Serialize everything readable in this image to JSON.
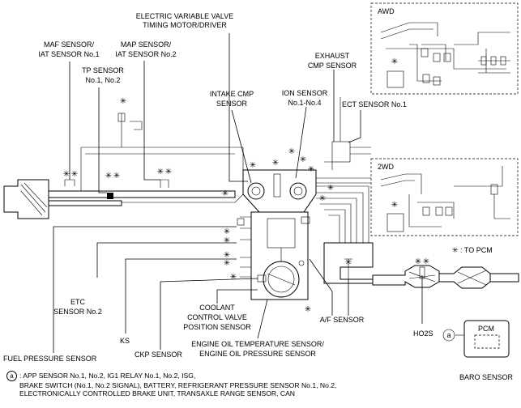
{
  "labels": {
    "evvt": [
      "ELECTRIC VARIABLE VALVE",
      "TIMING MOTOR/DRIVER"
    ],
    "maf": [
      "MAF SENSOR/",
      "IAT SENSOR No.1"
    ],
    "map": [
      "MAP SENSOR/",
      "IAT SENSOR No.2"
    ],
    "tp": [
      "TP SENSOR",
      "No.1, No.2"
    ],
    "exhaust_cmp": [
      "EXHAUST",
      "CMP SENSOR"
    ],
    "intake_cmp": [
      "INTAKE CMP",
      "SENSOR"
    ],
    "ion": [
      "ION SENSOR",
      "No.1-No.4"
    ],
    "ect": "ECT SENSOR No.1",
    "etc": [
      "ETC",
      "SENSOR No.2"
    ],
    "coolant": [
      "COOLANT",
      "CONTROL VALVE",
      "POSITION SENSOR"
    ],
    "ks": "KS",
    "af": "A/F SENSOR",
    "ho2s": "HO2S",
    "fuel_pressure": "FUEL PRESSURE SENSOR",
    "ckp": "CKP SENSOR",
    "oil": [
      "ENGINE OIL TEMPERATURE SENSOR/",
      "ENGINE OIL PRESSURE SENSOR"
    ],
    "baro": "BARO SENSOR",
    "pcm": "PCM",
    "awd": "AWD",
    "twd": "2WD",
    "to_pcm": "✳ : TO PCM",
    "star": "✳",
    "mark_a": "a"
  },
  "note": {
    "mark": "a",
    "lines": [
      ": APP SENSOR No.1, No.2, IG1 RELAY No.1, No.2, ISG,",
      "BRAKE SWITCH (No.1, No.2 SIGNAL), BATTERY, REFRIGERANT PRESSURE SENSOR No.1, No.2,",
      "ELECTRONICALLY CONTROLLED BRAKE UNIT, TRANSAXLE RANGE SENSOR, CAN"
    ]
  }
}
